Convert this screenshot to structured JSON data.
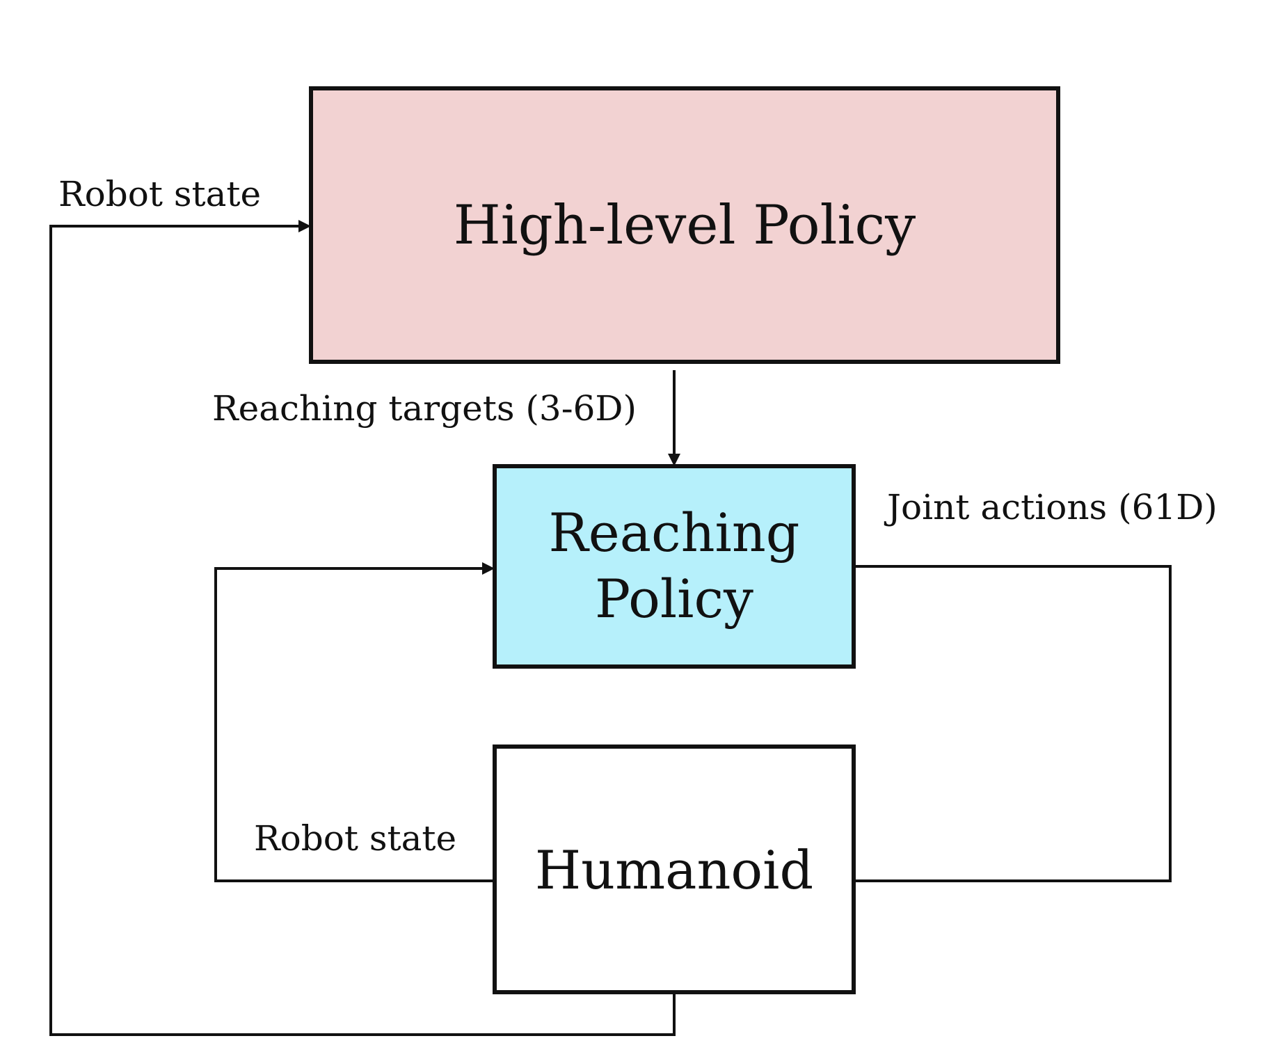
{
  "colors": {
    "high_level_fill": "#f2d2d2",
    "reaching_fill": "#b6f0fb",
    "humanoid_fill": "#ffffff",
    "stroke": "#111111"
  },
  "boxes": {
    "high_level": {
      "label": "High-level Policy"
    },
    "reaching": {
      "line1": "Reaching",
      "line2": "Policy"
    },
    "humanoid": {
      "label": "Humanoid"
    }
  },
  "edges": {
    "robot_state_outer": "Robot state",
    "reaching_targets": "Reaching targets (3-6D)",
    "joint_actions": "Joint actions (61D)",
    "robot_state_inner": "Robot state"
  }
}
